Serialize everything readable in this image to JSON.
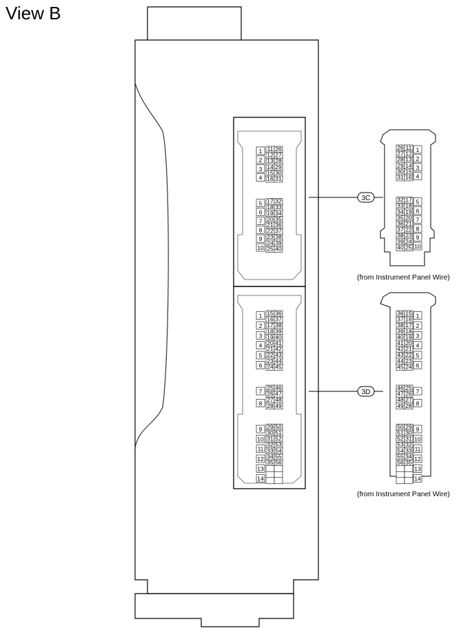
{
  "title": "View B",
  "callouts": [
    {
      "id": "3C",
      "label": "3C",
      "caption": "(from Instrument Panel Wire)"
    },
    {
      "id": "3D",
      "label": "3D",
      "caption": "(from Instrument Panel Wire)"
    }
  ],
  "connector_3C": {
    "left_col": [
      "1",
      "2",
      "3",
      "4",
      "5",
      "6",
      "7",
      "8",
      "9",
      "10"
    ],
    "mid_col": [
      "11",
      "12",
      "13",
      "14",
      "15",
      "16",
      "17",
      "18",
      "19",
      "20",
      "21",
      "22",
      "23",
      "24",
      "25"
    ],
    "right_col": [
      "26",
      "27",
      "28",
      "29",
      "30",
      "31",
      "32",
      "33",
      "34",
      "35",
      "36",
      "37",
      "38",
      "39",
      "40"
    ]
  },
  "connector_3D": {
    "left_col": [
      "1",
      "2",
      "3",
      "4",
      "5",
      "6",
      "7",
      "8",
      "9",
      "10",
      "11",
      "12",
      "13",
      "14"
    ],
    "mid_col": [
      "15",
      "16",
      "17",
      "18",
      "19",
      "20",
      "21",
      "22",
      "23",
      "24",
      "25",
      "26",
      "27",
      "28",
      "29",
      "30",
      "31",
      "32",
      "33",
      "34",
      "35"
    ],
    "right_col": [
      "36",
      "37",
      "38",
      "39",
      "40",
      "41",
      "42",
      "43",
      "44",
      "45",
      "46",
      "47",
      "48",
      "49",
      "50",
      "51",
      "52",
      "53",
      "54",
      "55",
      "56"
    ]
  }
}
